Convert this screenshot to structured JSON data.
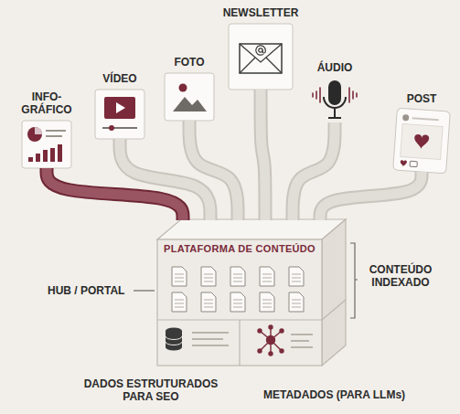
{
  "diagram": {
    "nodes": [
      {
        "text": [
          "INFO- GRÁFICO"
        ]
      },
      {
        "text": [
          "VÍDEO"
        ]
      },
      {
        "text": [
          "FOTO"
        ]
      },
      {
        "text": [
          "NEWSLETTER"
        ]
      },
      {
        "text": [
          "ÁUDIO"
        ]
      },
      {
        "text": [
          "POST"
        ]
      },
      {
        "text": [
          "PLATAFORMA DE CONTEÚDO"
        ]
      }
    ],
    "edges": [
      {
        "from": 0,
        "to": 6,
        "arrow": "none"
      },
      {
        "from": 1,
        "to": 6,
        "arrow": "none"
      },
      {
        "from": 2,
        "to": 6,
        "arrow": "none"
      },
      {
        "from": 3,
        "to": 6,
        "arrow": "none"
      },
      {
        "from": 4,
        "to": 6,
        "arrow": "none"
      },
      {
        "from": 5,
        "to": 6,
        "arrow": "none"
      }
    ],
    "labels": [
      "HUB / PORTAL",
      "CONTEÚDO INDEXADO",
      "DADOS ESTRUTURADOS PARA SEO",
      "METADADOS (PARA LLMs)"
    ]
  }
}
